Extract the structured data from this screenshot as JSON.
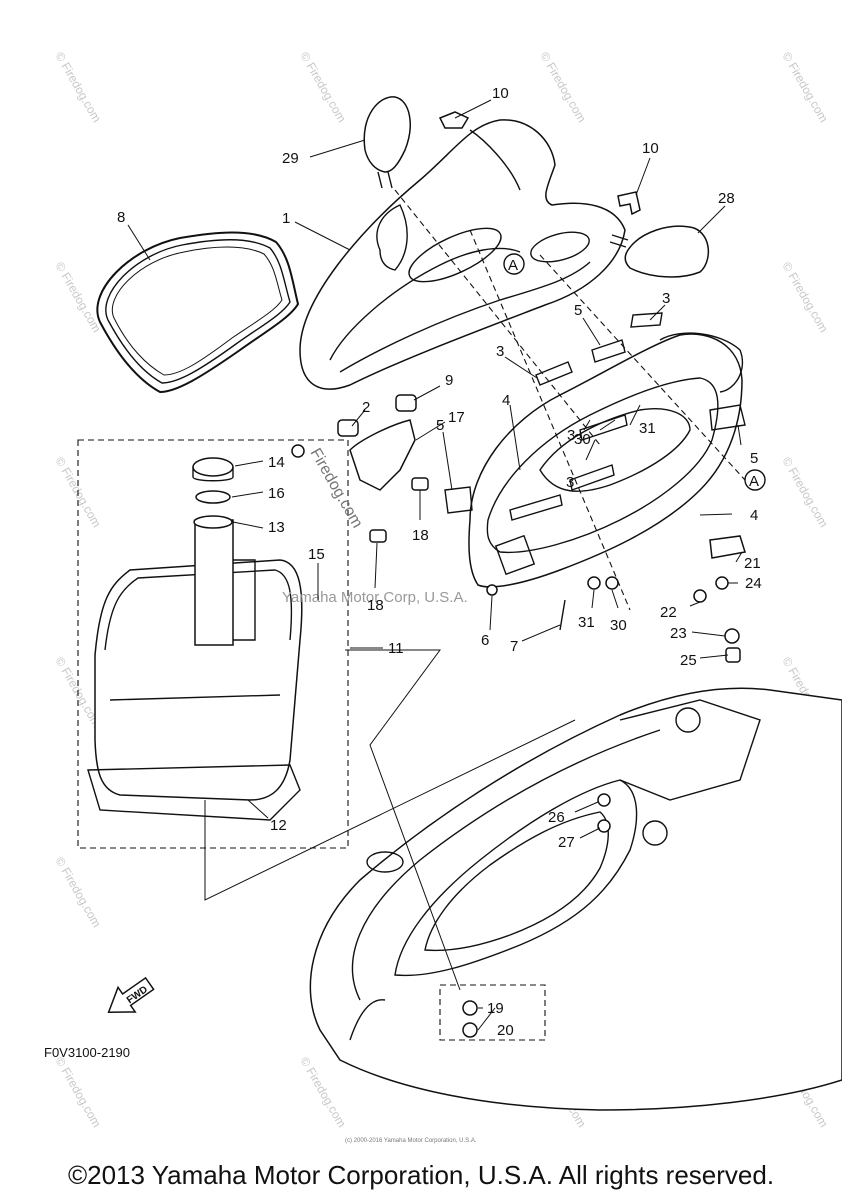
{
  "diagram": {
    "part_code": "F0V3100-2190",
    "fwd_label": "FWD",
    "watermark": "Yamaha Motor Corp, U.S.A.",
    "site_watermark": "© Firedog.com",
    "site_watermark_main": "Firedog.com",
    "ref_label": "A",
    "small_copyright": "(c) 2000-2016 Yamaha Motor Corporation, U.S.A.",
    "copyright": "©2013 Yamaha Motor Corporation, U.S.A. All rights reserved.",
    "callouts": [
      "10",
      "29",
      "10",
      "28",
      "1",
      "8",
      "3",
      "5",
      "3",
      "9",
      "2",
      "17",
      "4",
      "30",
      "31",
      "3",
      "5",
      "3",
      "5",
      "4",
      "14",
      "16",
      "13",
      "18",
      "18",
      "21",
      "24",
      "15",
      "22",
      "23",
      "31",
      "30",
      "6",
      "7",
      "25",
      "11",
      "26",
      "27",
      "12",
      "19",
      "20"
    ]
  }
}
